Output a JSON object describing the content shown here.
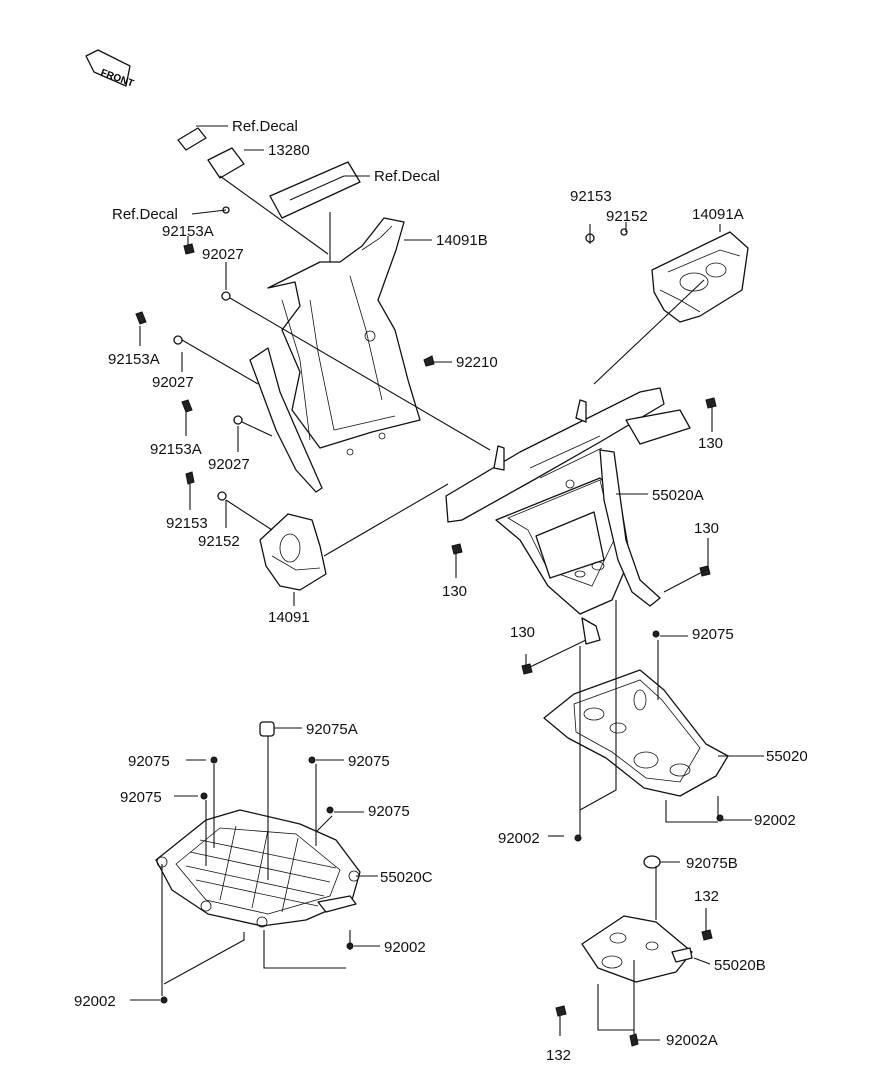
{
  "front_mark": "FRONT",
  "labels": {
    "ref_decal_1": "Ref.Decal",
    "p13280": "13280",
    "ref_decal_2": "Ref.Decal",
    "ref_decal_3": "Ref.Decal",
    "p92153A_1": "92153A",
    "p92027_1": "92027",
    "p14091B": "14091B",
    "p92153A_2": "92153A",
    "p92027_2": "92027",
    "p92210": "92210",
    "p92153A_3": "92153A",
    "p92027_3": "92027",
    "p92153_1": "92153",
    "p92152_1": "92152",
    "p14091": "14091",
    "p92153_2": "92153",
    "p92152_2": "92152",
    "p14091A": "14091A",
    "p130_1": "130",
    "p55020A": "55020A",
    "p130_2": "130",
    "p130_3": "130",
    "p130_4": "130",
    "p92075_1": "92075",
    "p55020": "55020",
    "p92002_1": "92002",
    "p92002_2": "92002",
    "p92075A": "92075A",
    "p92075_2": "92075",
    "p92075_3": "92075",
    "p92075_4": "92075",
    "p92075_5": "92075",
    "p55020C": "55020C",
    "p92002_3": "92002",
    "p92002_4": "92002",
    "p92075B": "92075B",
    "p132_1": "132",
    "p55020B": "55020B",
    "p132_2": "132",
    "p92002A": "92002A"
  }
}
